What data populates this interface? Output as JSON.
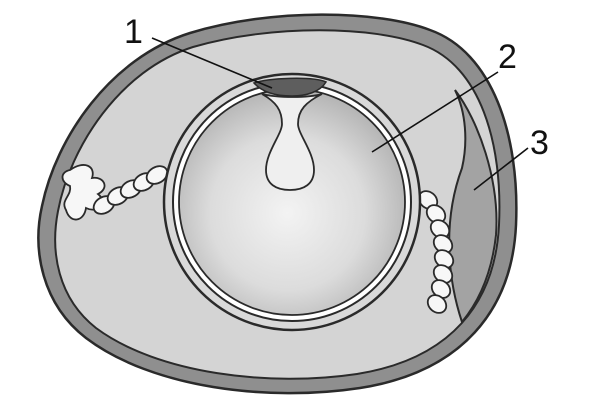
{
  "diagram": {
    "labels": {
      "germinal_disc": "1",
      "yolk": "2",
      "air_cell": "3"
    },
    "colors": {
      "background": "#ffffff",
      "outline": "#2a2a2a",
      "shell": "#8f8f8f",
      "albumen": "#d4d4d4",
      "yolk_center": "#f2f2f2",
      "yolk_edge": "#a9a9a9",
      "germinal_disc": "#5e5e5e",
      "air_cell": "#a3a3a3",
      "chalazae": "#f7f7f7"
    }
  }
}
